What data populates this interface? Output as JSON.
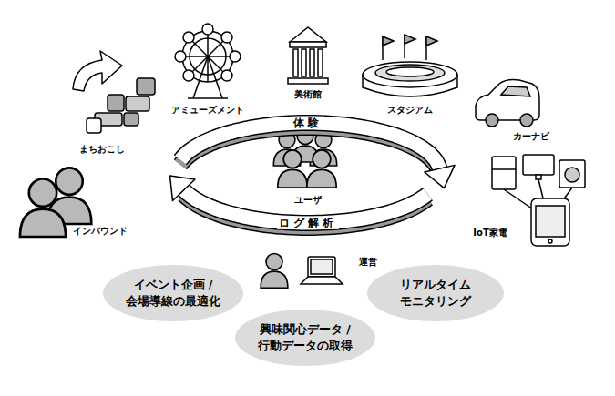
{
  "diagram": {
    "nodes": [
      {
        "text": [
          "イベント企画 /会場導線の最適化"
        ]
      },
      {
        "text": [
          "興味関心データ /行動データの取得"
        ]
      },
      {
        "text": [
          "リアルタイム モニタリング"
        ]
      }
    ],
    "labels": [
      "まちおこし",
      "アミューズメント",
      "美術館",
      "スタジアム",
      "カーナビ",
      "IoT家電",
      "インバウンド",
      "体験",
      "ログ解析",
      "ユーザ",
      "運営"
    ]
  }
}
